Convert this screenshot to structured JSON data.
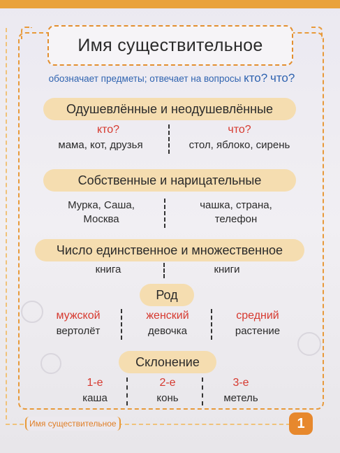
{
  "title": "Имя существительное",
  "subtitle": {
    "text": "обозначает предметы; отвечает на вопросы",
    "q1": "кто?",
    "q2": "что?"
  },
  "sections": {
    "animate": {
      "header": "Одушевлённые и неодушевлённые",
      "left_q": "кто?",
      "left_examples": "мама, кот, друзья",
      "right_q": "что?",
      "right_examples": "стол, яблоко, сирень"
    },
    "proper": {
      "header": "Собственные и нарицательные",
      "left_line1": "Мурка, Саша,",
      "left_line2": "Москва",
      "right_line1": "чашка, страна,",
      "right_line2": "телефон"
    },
    "number": {
      "header": "Число единственное и множественное",
      "left": "книга",
      "right": "книги"
    },
    "gender": {
      "header": "Род",
      "m_label": "мужской",
      "m_example": "вертолёт",
      "f_label": "женский",
      "f_example": "девочка",
      "n_label": "средний",
      "n_example": "растение"
    },
    "declension": {
      "header": "Склонение",
      "d1_label": "1-е",
      "d1_example": "каша",
      "d2_label": "2-е",
      "d2_example": "конь",
      "d3_label": "3-е",
      "d3_example": "метель"
    }
  },
  "footer": {
    "label": "Имя существительное",
    "page_number": "1"
  },
  "colors": {
    "accent_orange": "#e7882d",
    "pill_bg": "#f5ddb0",
    "question_red": "#d6392f",
    "subtitle_blue": "#2f63b0"
  }
}
